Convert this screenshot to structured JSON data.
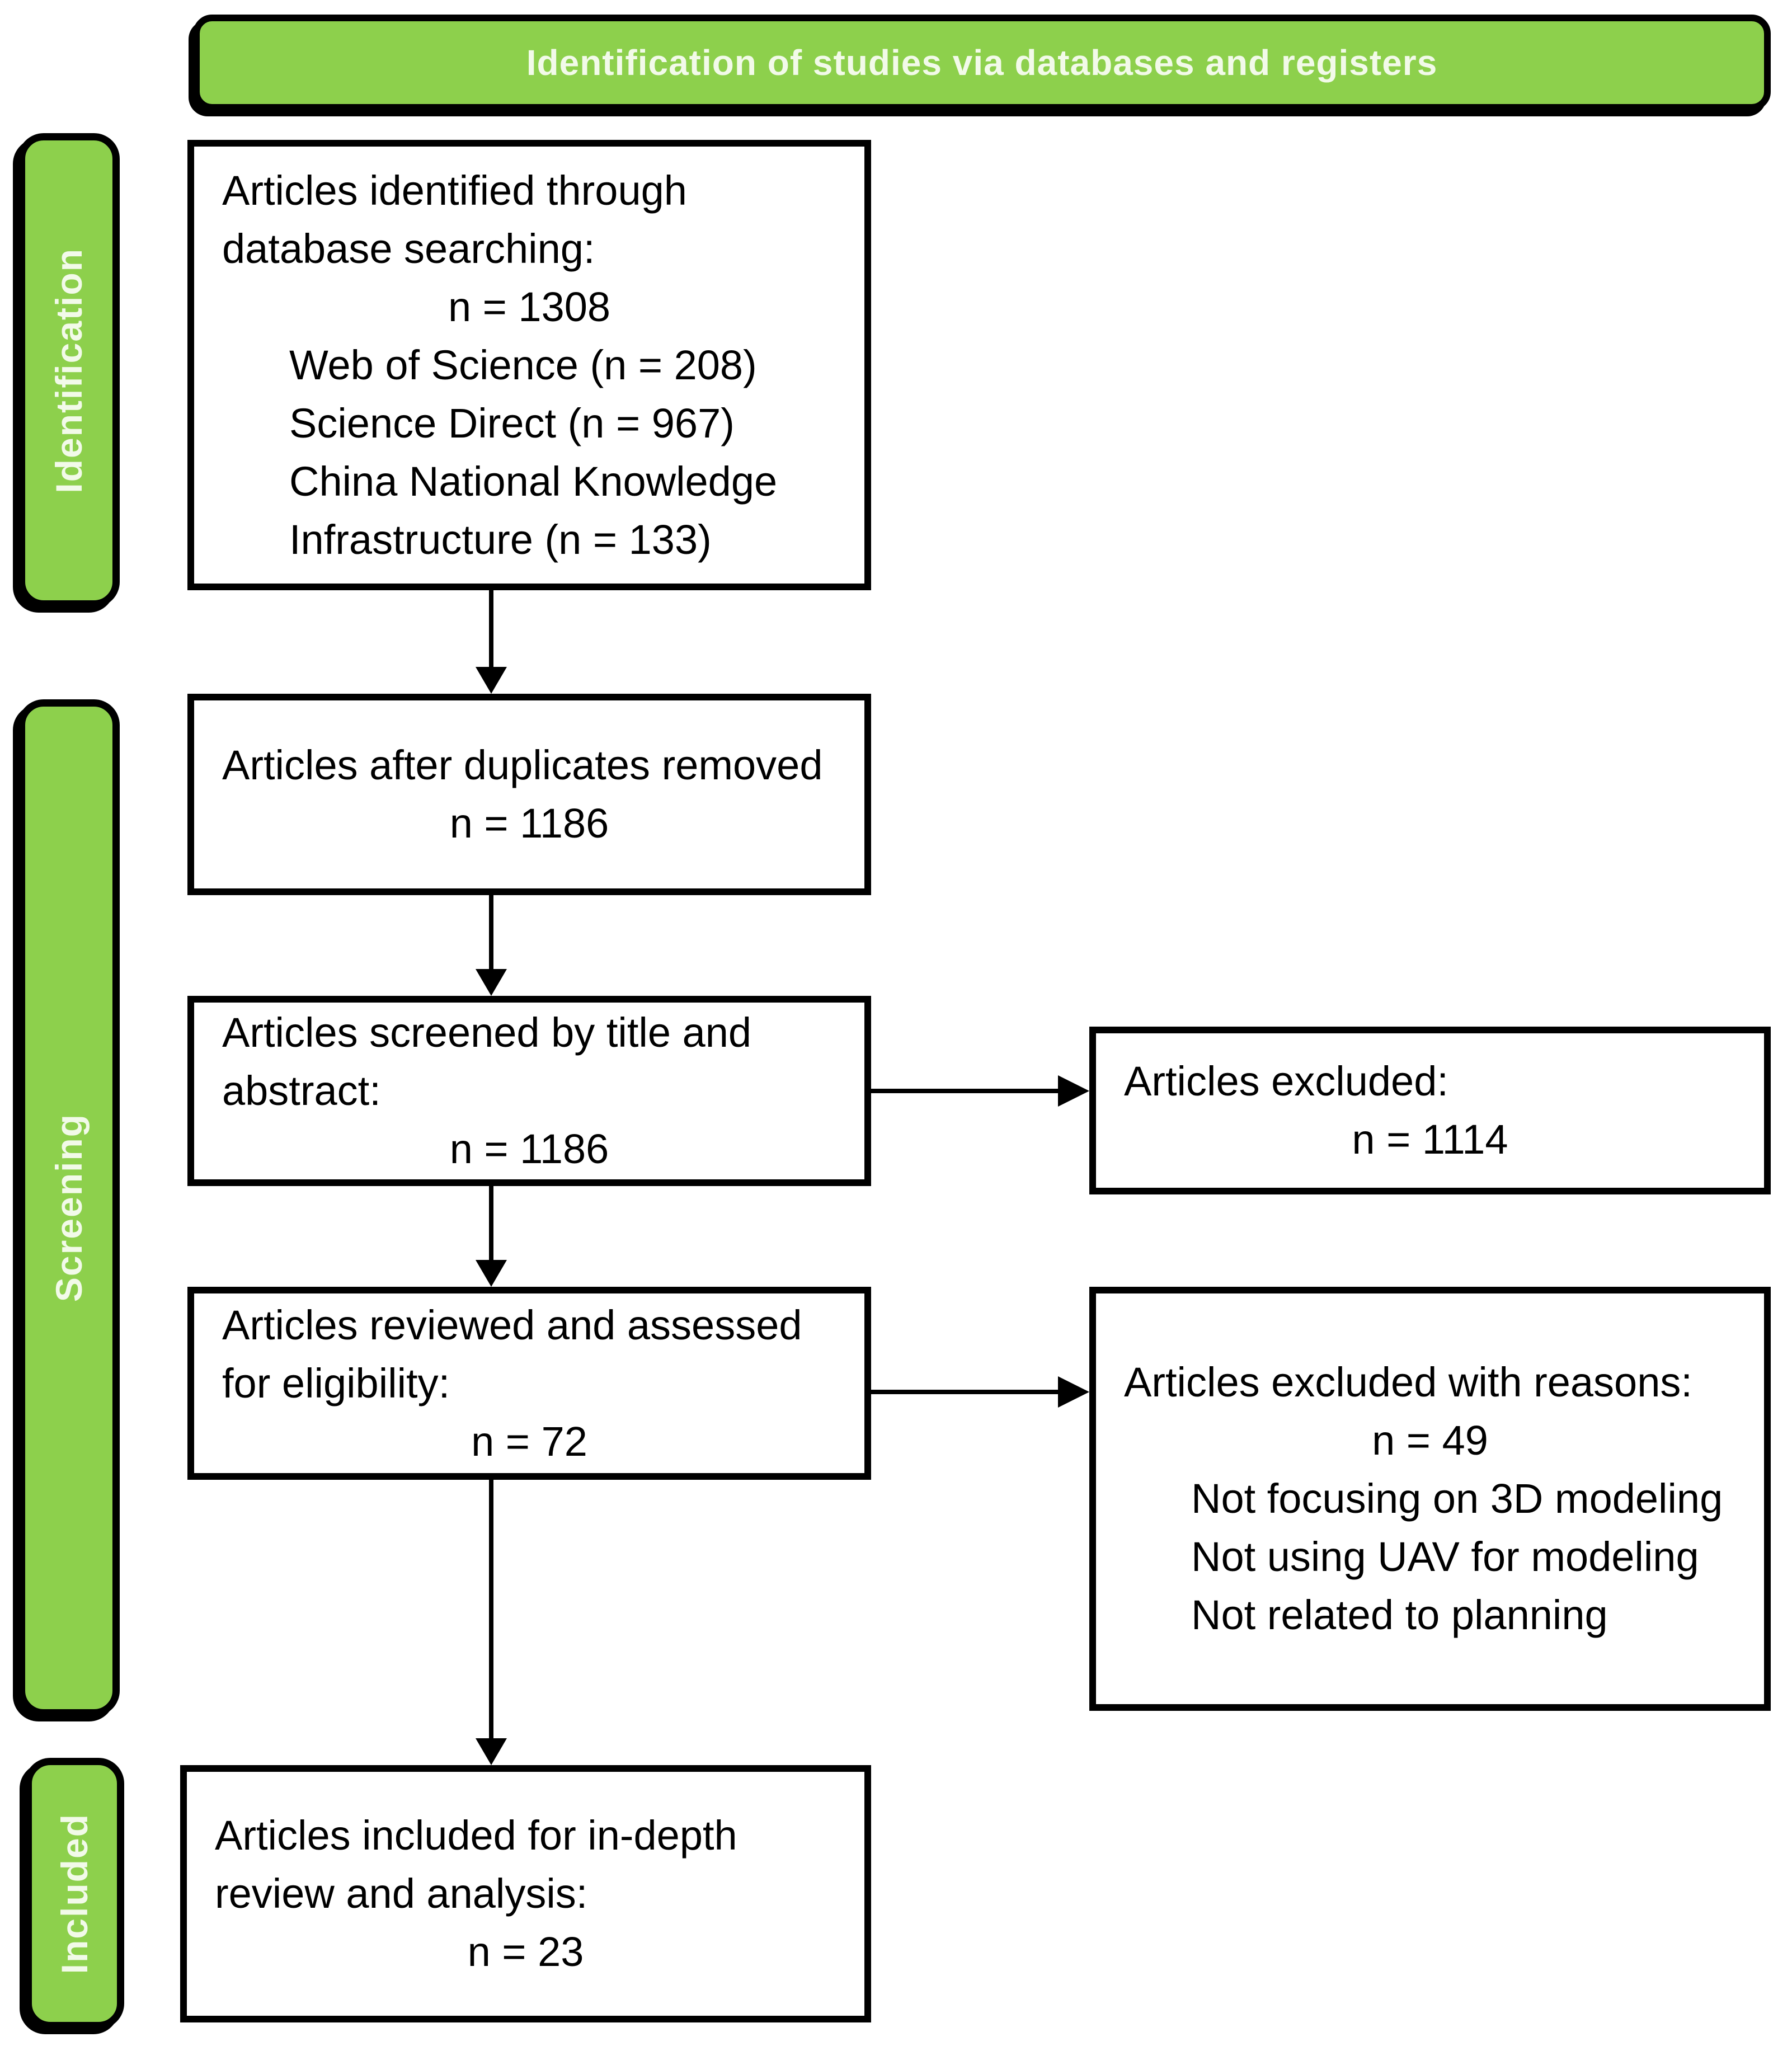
{
  "banner": {
    "title": "Identification of studies via databases and registers"
  },
  "stages": [
    "Identification",
    "Screening",
    "Included"
  ],
  "boxes": {
    "identified": {
      "lines": [
        "Articles identified through",
        "database searching:",
        "n = 1308",
        "Web of Science (n = 208)",
        "Science Direct (n = 967)",
        "China National Knowledge",
        "Infrastructure (n = 133)"
      ]
    },
    "duplicates_removed": {
      "lines": [
        "Articles after duplicates removed",
        "n = 1186"
      ]
    },
    "screened": {
      "lines": [
        "Articles screened by title and",
        "abstract:",
        "n = 1186"
      ]
    },
    "reviewed": {
      "lines": [
        "Articles reviewed and assessed",
        "for eligibility:",
        "n = 72"
      ]
    },
    "included": {
      "lines": [
        "Articles included for in-depth",
        "review and analysis:",
        "n = 23"
      ]
    },
    "excluded_screening": {
      "lines": [
        "Articles excluded:",
        "n = 1114"
      ]
    },
    "excluded_eligibility": {
      "lines": [
        "Articles excluded with reasons:",
        "n = 49",
        "Not focusing on 3D modeling",
        "Not using UAV for modeling",
        "Not related to planning"
      ]
    }
  },
  "colors": {
    "accent_green": "#8DD04C",
    "border_black": "#000000",
    "text_on_green": "#F2FAE9",
    "box_text": "#000000",
    "background": "#FFFFFF"
  }
}
